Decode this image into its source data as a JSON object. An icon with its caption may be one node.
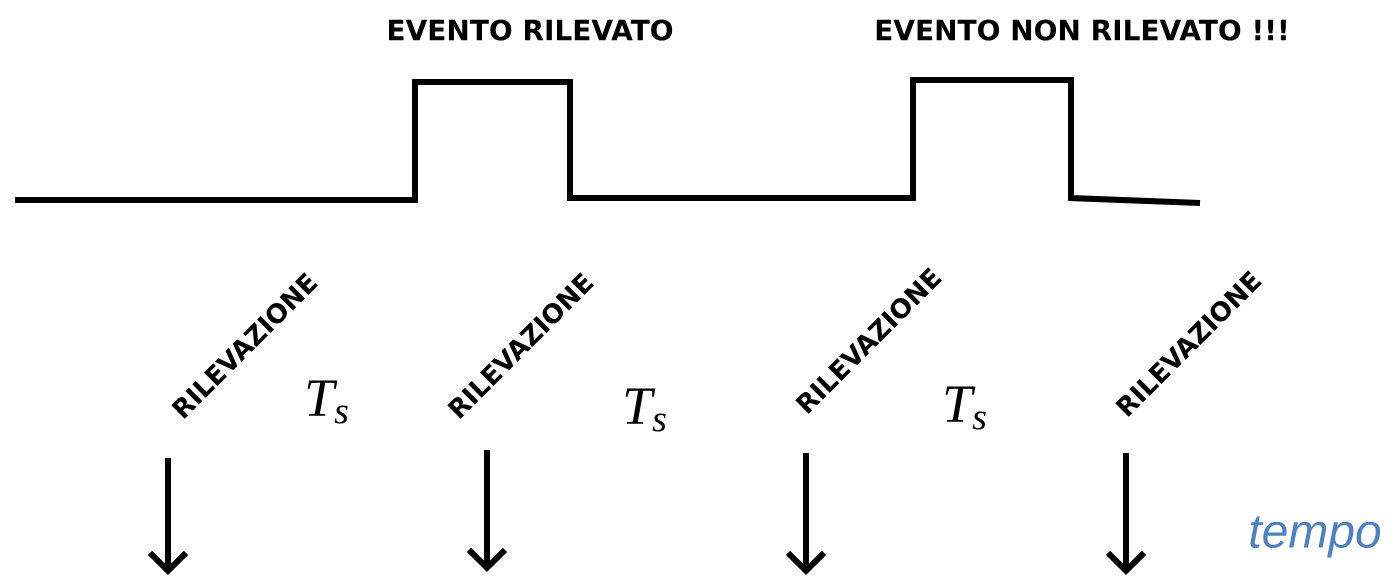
{
  "diagram": {
    "nodes": [
      {
        "text": [
          "RILEVAZIONE"
        ]
      },
      {
        "text": [
          "RILEVAZIONE"
        ]
      },
      {
        "text": [
          "RILEVAZIONE"
        ]
      },
      {
        "text": [
          "RILEVAZIONE"
        ]
      }
    ],
    "labels": [
      "EVENTO RILEVATO",
      "EVENTO NON RILEVATO !!!",
      "T$_{s}$",
      "T$_{s}$",
      "T$_{s}$",
      "tempo"
    ]
  }
}
